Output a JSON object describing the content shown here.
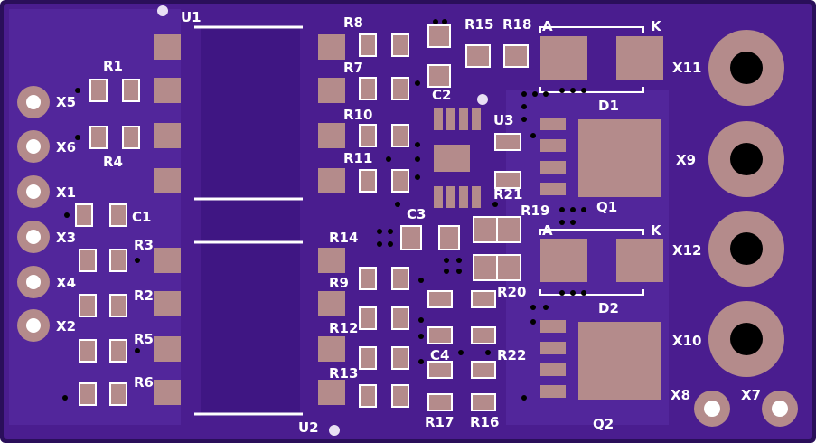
{
  "board": {
    "colors": {
      "board_edge": "#2a0f5a",
      "solder_mask": "#4a1d8f",
      "copper_pour": "#5a2ea6",
      "pad": "#b48b8b",
      "silkscreen": "#ffffff",
      "via_hole": "#000000"
    }
  },
  "labels": {
    "u1": "U1",
    "u2": "U2",
    "u3": "U3",
    "r1": "R1",
    "r2": "R2",
    "r3": "R3",
    "r4": "R4",
    "r5": "R5",
    "r6": "R6",
    "r7": "R7",
    "r8": "R8",
    "r9": "R9",
    "r10": "R10",
    "r11": "R11",
    "r12": "R12",
    "r13": "R13",
    "r14": "R14",
    "r15": "R15",
    "r16": "R16",
    "r17": "R17",
    "r18": "R18",
    "r19": "R19",
    "r20": "R20",
    "r21": "R21",
    "r22": "R22",
    "c1": "C1",
    "c2": "C2",
    "c3": "C3",
    "c4": "C4",
    "d1": "D1",
    "d2": "D2",
    "q1": "Q1",
    "q2": "Q2",
    "a1": "A",
    "k1": "K",
    "a2": "A",
    "k2": "K",
    "x1": "X1",
    "x2": "X2",
    "x3": "X3",
    "x4": "X4",
    "x5": "X5",
    "x6": "X6",
    "x7": "X7",
    "x8": "X8",
    "x9": "X9",
    "x10": "X10",
    "x11": "X11",
    "x12": "X12"
  }
}
